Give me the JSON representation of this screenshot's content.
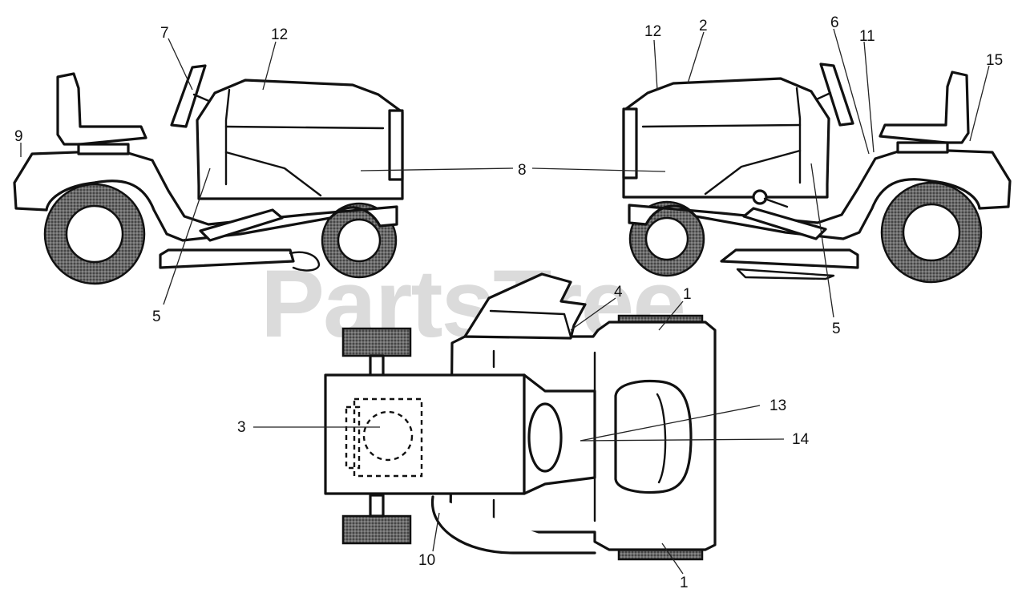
{
  "watermark": "PartsTree",
  "callouts": {
    "c1_top": "1",
    "c1_bottom": "1",
    "c2": "2",
    "c3": "3",
    "c4": "4",
    "c5_left": "5",
    "c5_right": "5",
    "c6": "6",
    "c7": "7",
    "c8": "8",
    "c9": "9",
    "c10": "10",
    "c11": "11",
    "c12_left": "12",
    "c12_right": "12",
    "c13": "13",
    "c14": "14",
    "c15": "15"
  },
  "colors": {
    "line": "#111111",
    "watermark": "#cfcfcf",
    "background": "#ffffff"
  }
}
